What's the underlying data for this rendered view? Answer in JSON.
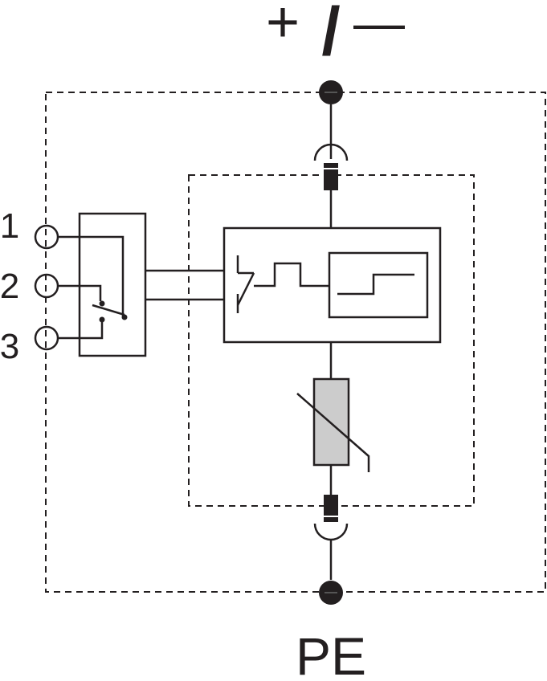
{
  "symbols": {
    "plus": "+",
    "slash": "/",
    "minus": "—"
  },
  "terminals": {
    "t1": "1",
    "t2": "2",
    "t3": "3"
  },
  "ground_label": "PE",
  "colors": {
    "stroke": "#231f20",
    "varistor_fill": "#cccccc",
    "terminal_fill": "#231f20",
    "background": "#ffffff"
  },
  "icons": {
    "top_terminal": "filled-circle-terminal-icon",
    "bottom_terminal": "filled-circle-terminal-icon",
    "top_fuse": "thermal-disconnector-icon",
    "bottom_fuse": "thermal-disconnector-icon",
    "varistor": "varistor-icon",
    "remote_switch": "changeover-contact-icon",
    "status_indicator": "disconnect-indicator-icon"
  }
}
